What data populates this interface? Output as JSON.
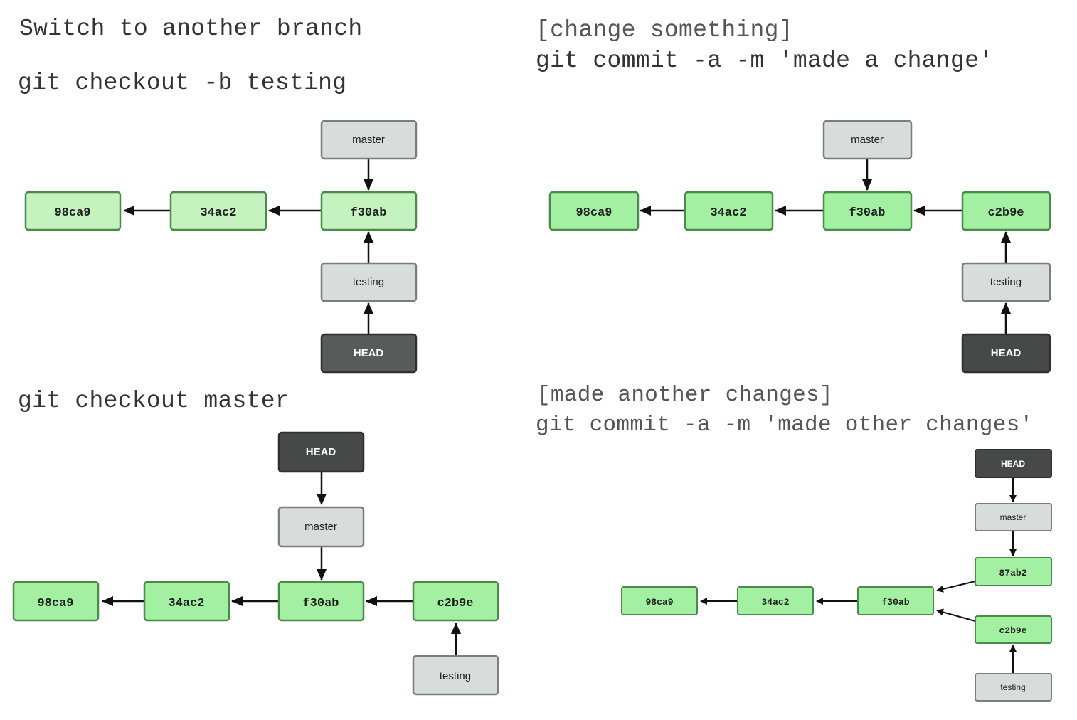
{
  "panels": {
    "top_left": {
      "title_line1": "Switch to another branch",
      "title_line2": "git checkout -b testing",
      "commits": [
        "98ca9",
        "34ac2",
        "f30ab"
      ],
      "branches": {
        "master": "master",
        "testing": "testing",
        "head": "HEAD"
      }
    },
    "top_right": {
      "title_line1": "[change something]",
      "title_line2": "git commit -a -m 'made a change'",
      "commits": [
        "98ca9",
        "34ac2",
        "f30ab",
        "c2b9e"
      ],
      "branches": {
        "master": "master",
        "testing": "testing",
        "head": "HEAD"
      }
    },
    "bottom_left": {
      "title_line1": "git checkout master",
      "commits": [
        "98ca9",
        "34ac2",
        "f30ab",
        "c2b9e"
      ],
      "branches": {
        "master": "master",
        "testing": "testing",
        "head": "HEAD"
      }
    },
    "bottom_right": {
      "title_line1": "[made another changes]",
      "title_line2": "git commit -a -m 'made other changes'",
      "commits": [
        "98ca9",
        "34ac2",
        "f30ab",
        "87ab2",
        "c2b9e"
      ],
      "branches": {
        "master": "master",
        "testing": "testing",
        "head": "HEAD"
      }
    }
  },
  "colors": {
    "commit_fill_light": "#c4f3c0",
    "commit_fill": "#a3f0a3",
    "commit_stroke": "#4a8a4a",
    "branch_fill": "#d8dcdb",
    "branch_stroke": "#7a7f7e",
    "head_fill": "#474948",
    "head_stroke": "#2e2f2f"
  }
}
